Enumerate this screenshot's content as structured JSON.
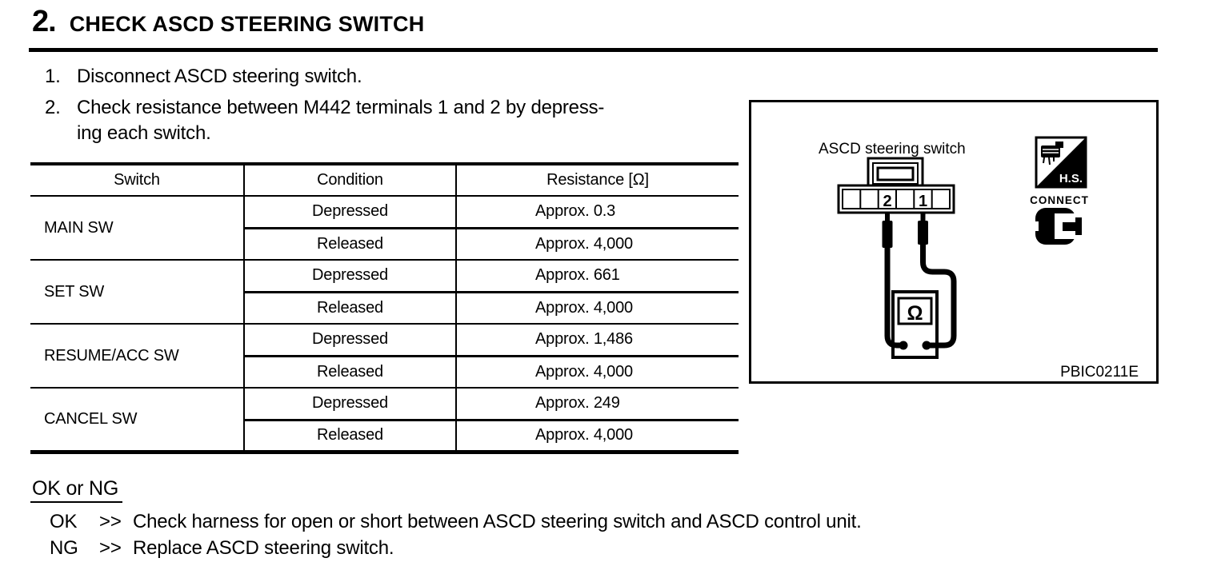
{
  "header": {
    "step_number": "2.",
    "title": "CHECK ASCD STEERING SWITCH"
  },
  "instructions": [
    {
      "num": "1.",
      "lines": [
        "Disconnect ASCD steering switch."
      ]
    },
    {
      "num": "2.",
      "lines": [
        "Check resistance between M442 terminals 1 and 2 by depress-",
        "ing each switch."
      ]
    }
  ],
  "table": {
    "headers": [
      "Switch",
      "Condition",
      "Resistance [Ω]"
    ],
    "rows": [
      {
        "switch": "MAIN SW",
        "conditions": [
          "Depressed",
          "Released"
        ],
        "resistances": [
          "Approx. 0.3",
          "Approx. 4,000"
        ]
      },
      {
        "switch": "SET SW",
        "conditions": [
          "Depressed",
          "Released"
        ],
        "resistances": [
          "Approx. 661",
          "Approx. 4,000"
        ]
      },
      {
        "switch": "RESUME/ACC SW",
        "conditions": [
          "Depressed",
          "Released"
        ],
        "resistances": [
          "Approx. 1,486",
          "Approx. 4,000"
        ]
      },
      {
        "switch": "CANCEL SW",
        "conditions": [
          "Depressed",
          "Released"
        ],
        "resistances": [
          "Approx. 249",
          "Approx. 4,000"
        ]
      }
    ]
  },
  "result": {
    "heading": "OK or NG",
    "outcomes": [
      {
        "label": "OK",
        "arrow": ">>",
        "action": "Check harness for open or short between ASCD steering switch and ASCD control unit."
      },
      {
        "label": "NG",
        "arrow": ">>",
        "action": "Replace ASCD steering switch."
      }
    ]
  },
  "figure": {
    "label": "ASCD steering switch",
    "terminals": [
      "2",
      "1"
    ],
    "meter_symbol": "Ω",
    "hs_label": "H.S.",
    "connect_label": "CONNECT",
    "code": "PBIC0211E"
  }
}
